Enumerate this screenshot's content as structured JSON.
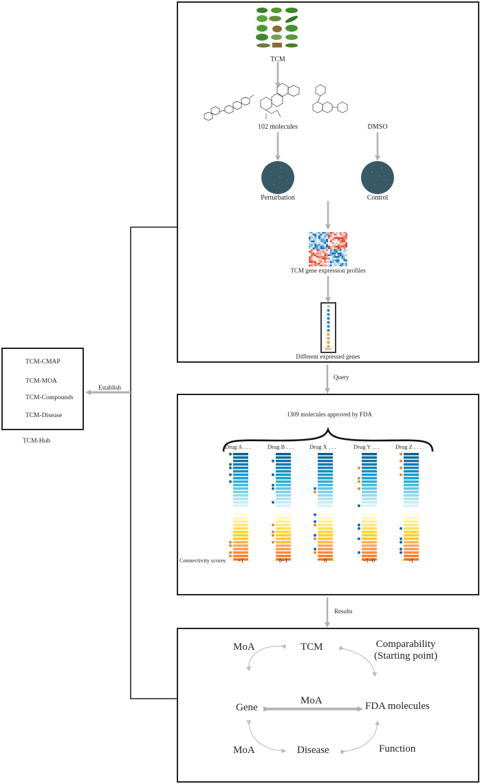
{
  "pipeline": {
    "tcm_label": "TCM",
    "molecules_label": "102 molecules",
    "dmso_label": "DMSO",
    "perturbation_label": "Perturbation",
    "control_label": "Control",
    "profiles_label": "TCM gene expression profiles",
    "deg_label": "Different expressed genes",
    "deg_up_label": "up",
    "deg_down_label": "down",
    "deg_dots": [
      "up",
      "up",
      "up",
      "up",
      "up",
      "up",
      "down",
      "down",
      "down",
      "down"
    ]
  },
  "connectors": {
    "establish_label": "Establish",
    "query_label": "Query",
    "results_label": "Results"
  },
  "database": {
    "items": [
      "TCM-CMAP",
      "TCM-MOA",
      "TCM-Compounds",
      "TCM-Disease"
    ],
    "hub_label": "TCM-Hub"
  },
  "fda": {
    "title": "1309  molecules  approved  by  FDA",
    "scores_label": "Connectivity scores",
    "colors": {
      "up_dot": "#0b6ba8",
      "down_dot": "#f58220"
    },
    "drugs": [
      {
        "name": "Drug A  . . .",
        "score": "+1",
        "dots": [
          [
            0,
            "up"
          ],
          [
            3,
            "up"
          ],
          [
            4,
            "up"
          ],
          [
            6,
            "up"
          ],
          [
            8,
            "up"
          ],
          [
            24,
            "down"
          ],
          [
            25,
            "down"
          ],
          [
            27,
            "down"
          ],
          [
            28,
            "down"
          ]
        ]
      },
      {
        "name": "Drug B  . . .",
        "score": "0~1",
        "dots": [
          [
            2,
            "up"
          ],
          [
            6,
            "up"
          ],
          [
            9,
            "up"
          ],
          [
            10,
            "up"
          ],
          [
            14,
            "up"
          ],
          [
            19,
            "down"
          ],
          [
            21,
            "down"
          ],
          [
            22,
            "down"
          ],
          [
            24,
            "down"
          ]
        ]
      },
      {
        "name": "Drug X  . . .",
        "score": "0",
        "dots": [
          [
            10,
            "up"
          ],
          [
            11,
            "down"
          ],
          [
            16,
            "up"
          ],
          [
            18,
            "up"
          ],
          [
            19,
            "down"
          ],
          [
            22,
            "up"
          ],
          [
            23,
            "down"
          ],
          [
            26,
            "up"
          ],
          [
            27,
            "down"
          ]
        ]
      },
      {
        "name": "Drug Y  . . .",
        "score": "-1~0",
        "dots": [
          [
            4,
            "down"
          ],
          [
            7,
            "down"
          ],
          [
            8,
            "down"
          ],
          [
            10,
            "down"
          ],
          [
            15,
            "up"
          ],
          [
            19,
            "up"
          ],
          [
            20,
            "up"
          ],
          [
            23,
            "up"
          ],
          [
            27,
            "up"
          ]
        ]
      },
      {
        "name": "Drug Z  . . .",
        "score": "-1",
        "dots": [
          [
            0,
            "down"
          ],
          [
            2,
            "down"
          ],
          [
            4,
            "down"
          ],
          [
            6,
            "down"
          ],
          [
            20,
            "up"
          ],
          [
            23,
            "up"
          ],
          [
            24,
            "up"
          ],
          [
            26,
            "up"
          ],
          [
            27,
            "up"
          ]
        ]
      }
    ],
    "bar_colors": [
      "#0a5f8f",
      "#0c6a9c",
      "#0d73a8",
      "#0e7cb2",
      "#0f85bb",
      "#1190c4",
      "#159acb",
      "#1aa4d2",
      "#22b0da",
      "#3dbde0",
      "#5cc6e3",
      "#7ad0e6",
      "#94d9ea",
      "#acE2ee",
      "#c4eaf2",
      "#d9f1f6",
      "#fffbe0",
      "#fff6bf",
      "#fff09a",
      "#ffe874",
      "#ffe04e",
      "#ffd633",
      "#ffcc33",
      "#ffc233",
      "#ffb84d",
      "#ffa85a",
      "#ff9a4d",
      "#ff8c3a",
      "#ff7f26",
      "#ff7214"
    ]
  },
  "results": {
    "nodes": {
      "tcm": "TCM",
      "gene": "Gene",
      "fda": "FDA molecules",
      "disease": "Disease"
    },
    "edge_labels": {
      "moa_top": "MoA",
      "comparability_line1": "Comparability",
      "comparability_line2": "(Starting point)",
      "moa_middle": "MoA",
      "moa_bottom": "MoA",
      "function": "Function"
    }
  }
}
